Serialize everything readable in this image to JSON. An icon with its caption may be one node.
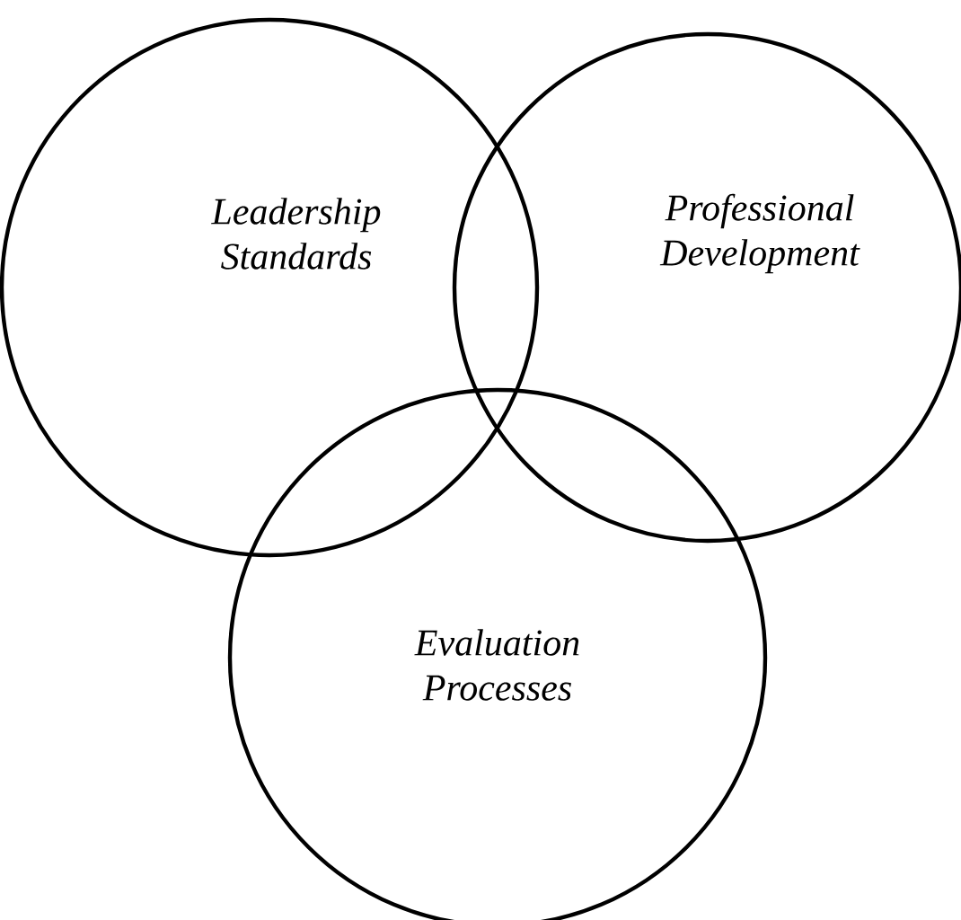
{
  "diagram": {
    "nodes": [
      {
        "text": [
          "Leadership Standards"
        ]
      },
      {
        "text": [
          "Professional Development"
        ]
      },
      {
        "text": [
          "Evaluation Processes"
        ]
      }
    ]
  }
}
